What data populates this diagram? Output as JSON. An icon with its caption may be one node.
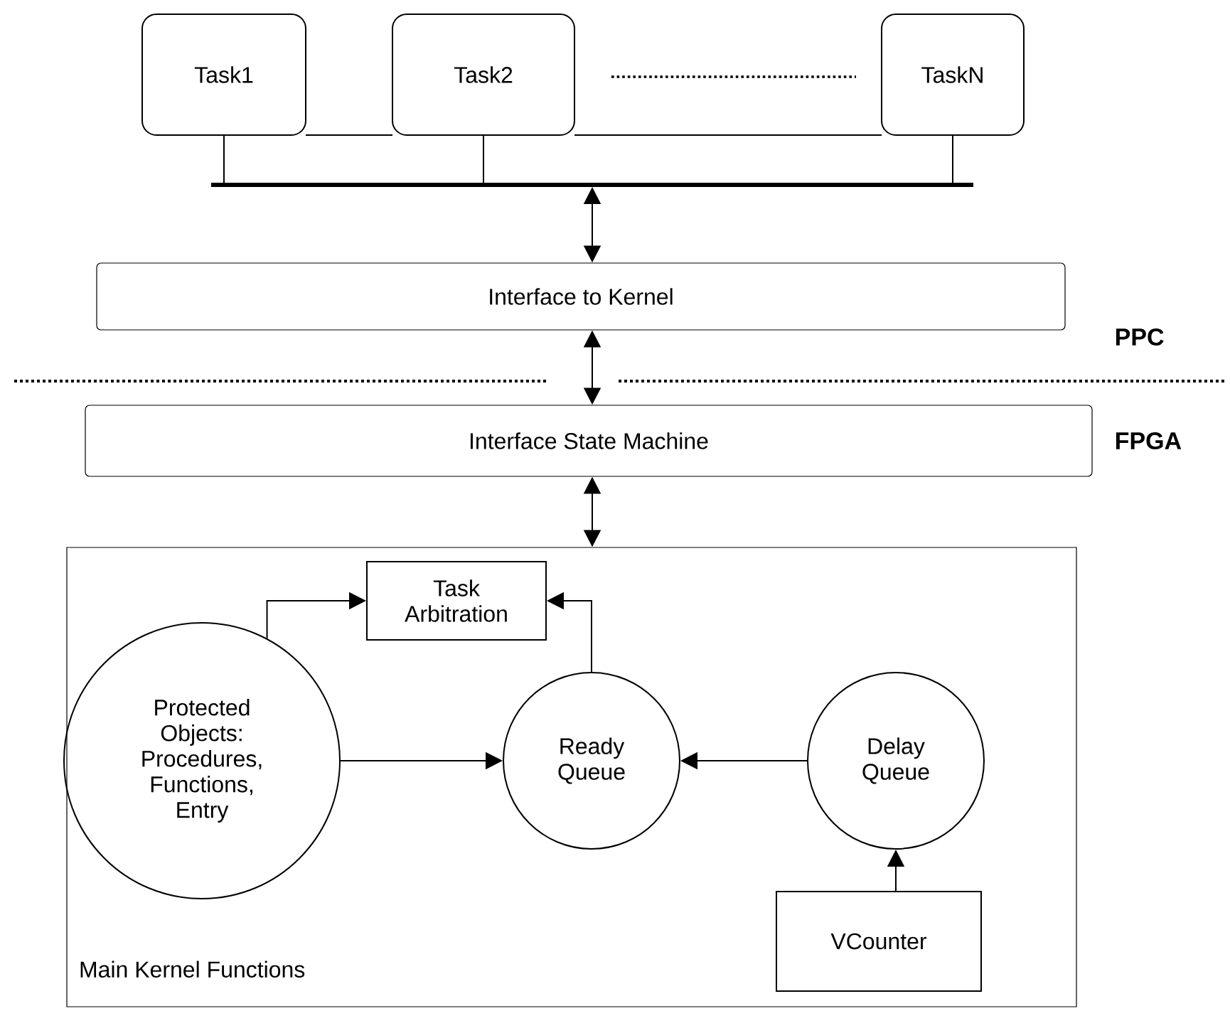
{
  "diagram": {
    "nodes": [
      {
        "text": [
          "Task1"
        ]
      },
      {
        "text": [
          "Task2"
        ]
      },
      {
        "text": [
          "TaskN"
        ]
      },
      {
        "text": [],
        "shape": "bar"
      },
      {
        "text": [
          "Interface to Kernel"
        ]
      },
      {
        "text": [
          "Interface State Machine"
        ]
      },
      {
        "text": [
          "Main Kernel Functions"
        ]
      },
      {
        "text": [
          "Task Arbitration"
        ],
        "in": 6
      },
      {
        "text": [
          "Protected Objects: Procedures, Functions, Entry"
        ],
        "in": 6
      },
      {
        "text": [
          "Ready Queue"
        ],
        "in": 6
      },
      {
        "text": [
          "Delay Queue"
        ],
        "in": 6
      },
      {
        "text": [
          "VCounter"
        ],
        "in": 6
      }
    ],
    "edges": [
      {
        "from": 0,
        "to": 3,
        "arrow": "none"
      },
      {
        "from": 1,
        "to": 3,
        "arrow": "none"
      },
      {
        "from": 2,
        "to": 3,
        "arrow": "none"
      },
      {
        "from": 3,
        "to": 4,
        "arrow": "both"
      },
      {
        "from": 4,
        "to": 5,
        "arrow": "both"
      },
      {
        "from": 5,
        "to": 6,
        "arrow": "both"
      },
      {
        "from": 8,
        "to": 7,
        "arrow": "to"
      },
      {
        "from": 9,
        "to": 7,
        "arrow": "to"
      },
      {
        "from": 8,
        "to": 9,
        "arrow": "to"
      },
      {
        "from": 10,
        "to": 9,
        "arrow": "to"
      },
      {
        "from": 11,
        "to": 10,
        "arrow": "to"
      }
    ],
    "labels": [
      "PPC",
      "FPGA"
    ]
  }
}
